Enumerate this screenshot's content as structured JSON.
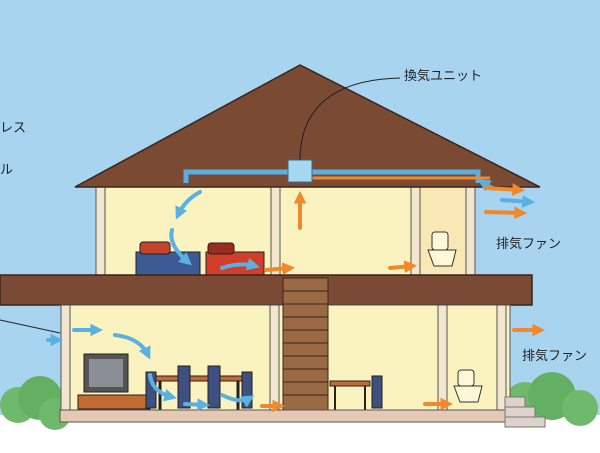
{
  "labels": {
    "ventilation_unit": "換気ユニット",
    "exhaust_fan_upper": "排気ファン",
    "exhaust_fan_lower": "排気ファン",
    "cut_left_1": "レス",
    "cut_left_2": "ル"
  },
  "colors": {
    "sky": "#a9d4ef",
    "roof": "#7a4a33",
    "wall": "#faf3bf",
    "floor": "#7b4a35",
    "supply_arrow": "#5ab0e0",
    "exhaust_arrow": "#f0892b",
    "duct": "#5aaee0"
  }
}
